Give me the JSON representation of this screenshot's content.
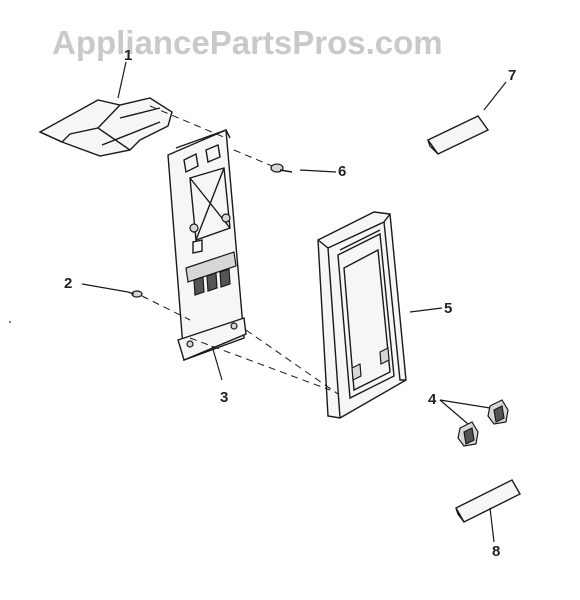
{
  "watermark": "AppliancePartsPros.com",
  "callouts": {
    "c1": "1",
    "c2": "2",
    "c3": "3",
    "c4": "4",
    "c5": "5",
    "c6": "6",
    "c7": "7",
    "c8": "8"
  }
}
